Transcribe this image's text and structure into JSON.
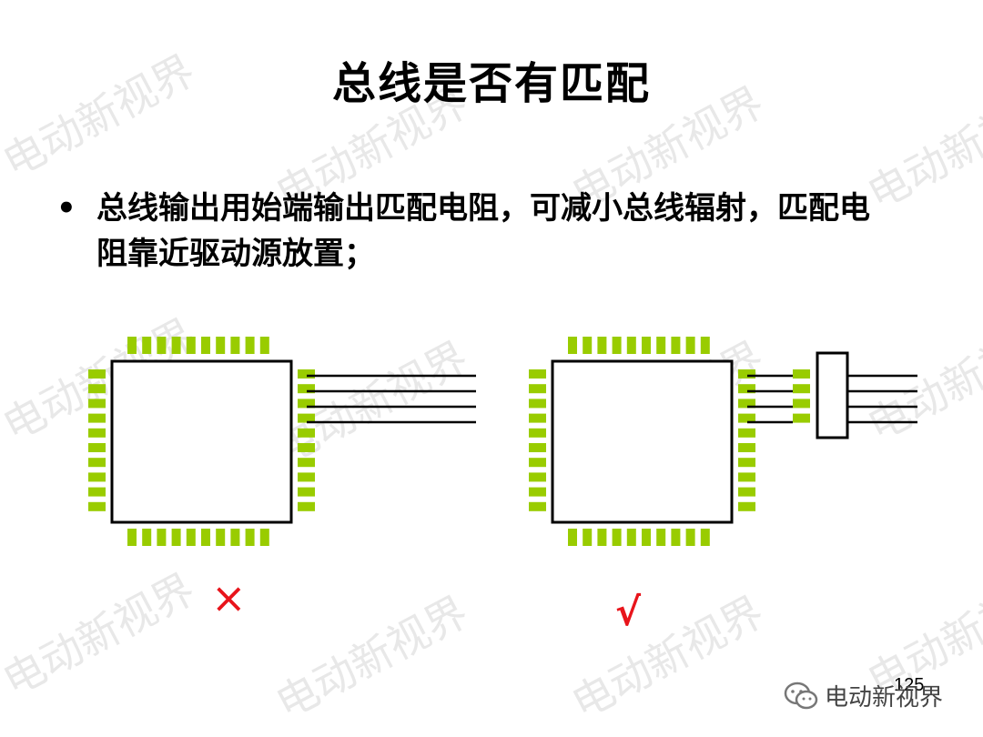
{
  "title": "总线是否有匹配",
  "bullet": {
    "symbol": "•",
    "text": "总线输出用始端输出匹配电阻，可减小总线辐射，匹配电阻靠近驱动源放置；"
  },
  "marks": {
    "wrong": "×",
    "right": "√"
  },
  "page_number": "125",
  "watermark": {
    "text": "电动新视界"
  },
  "badge": {
    "label": "电动新视界",
    "icon": "wechat-icon"
  },
  "colors": {
    "pin": "#99cc00",
    "mark": "#e8141b",
    "outline": "#000000"
  }
}
